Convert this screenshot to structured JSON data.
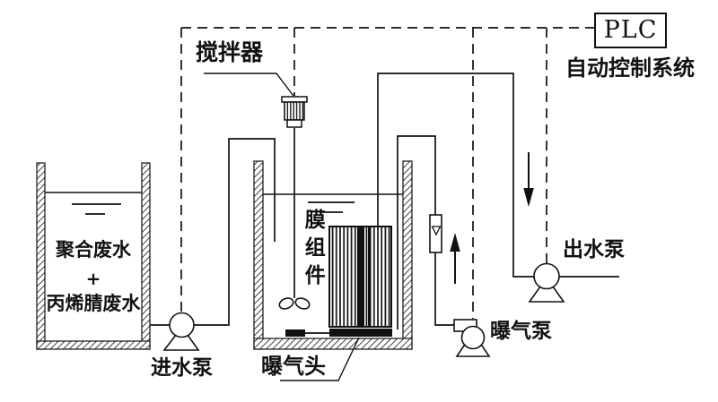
{
  "labels": {
    "plc": "PLC",
    "control_system": "自动控制系统",
    "stirrer": "搅拌器",
    "membrane_module": "膜组件",
    "feed_tank": {
      "line1": "聚合废水",
      "plus": "+",
      "line2": "丙烯腈废水"
    },
    "inlet_pump": "进水泵",
    "aeration_head": "曝气头",
    "aeration_pump": "曝气泵",
    "outlet_pump": "出水泵"
  },
  "colors": {
    "line": "#111111",
    "background": "#ffffff"
  }
}
